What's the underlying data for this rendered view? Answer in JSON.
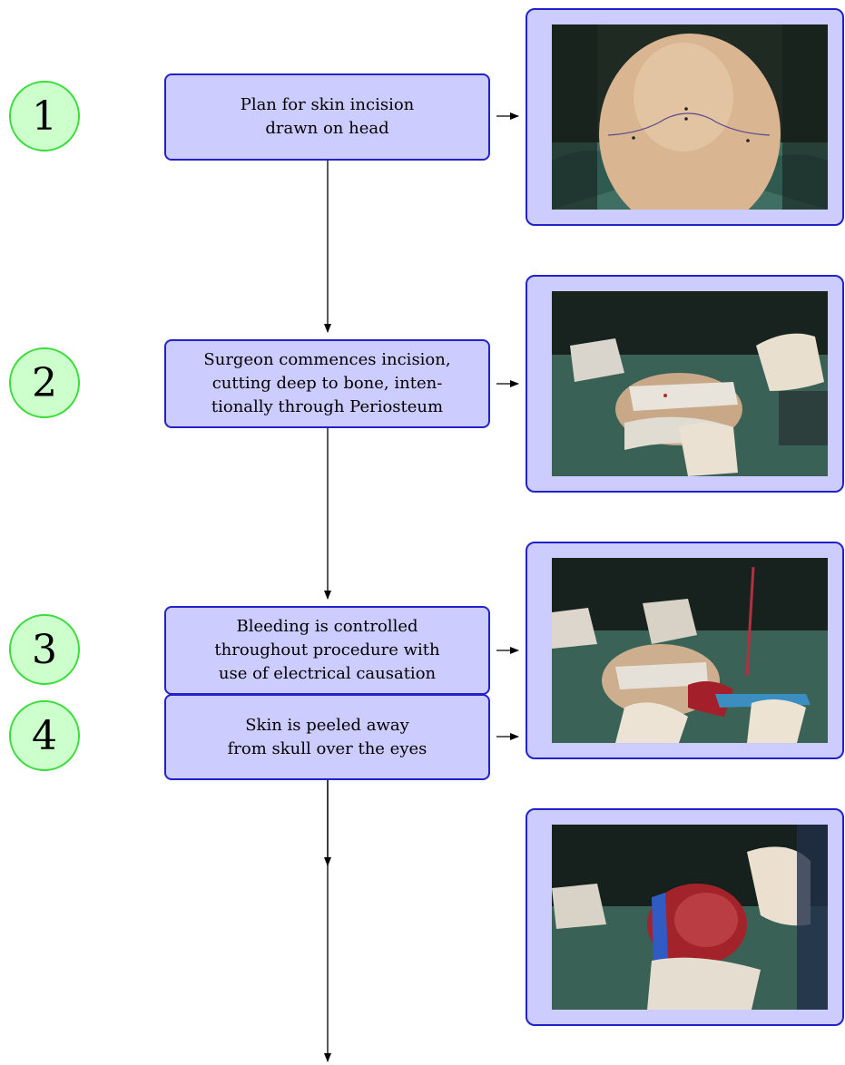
{
  "steps": [
    {
      "number": "1",
      "text": "Plan for skin incision\ndrawn on head"
    },
    {
      "number": "2",
      "text": "Surgeon commences incision,\ncutting deep to bone, inten-\ntionally through Periosteum"
    },
    {
      "number": "3",
      "text": "Bleeding is controlled\nthroughout procedure with\nuse of electrical causation"
    },
    {
      "number": "4",
      "text": "Skin is peeled away\nfrom skull over the eyes"
    }
  ],
  "colors": {
    "circle_fill": "#ccffcc",
    "circle_border": "#3ddc3d",
    "box_fill": "#ccccff",
    "box_border": "#2222cc",
    "arrow": "#000000"
  }
}
